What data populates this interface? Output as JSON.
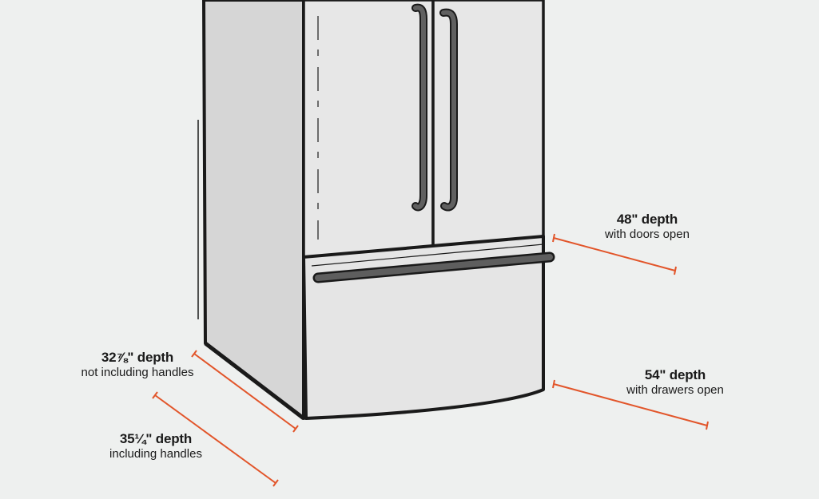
{
  "labels": {
    "depth_32": {
      "value": "32⅞\" depth",
      "note": "not including handles"
    },
    "depth_35": {
      "value": "35¼\" depth",
      "note": "including handles"
    },
    "depth_48": {
      "value": "48\" depth",
      "note": "with doors open"
    },
    "depth_54": {
      "value": "54\" depth",
      "note": "with drawers open"
    }
  },
  "colors": {
    "background": "#eef0ef",
    "dimension_line": "#e2552a",
    "outline": "#1a1a1a",
    "fridge_side": "#d9d9d9",
    "fridge_front": "#e8e8e8",
    "handle": "#5c5c5c"
  }
}
